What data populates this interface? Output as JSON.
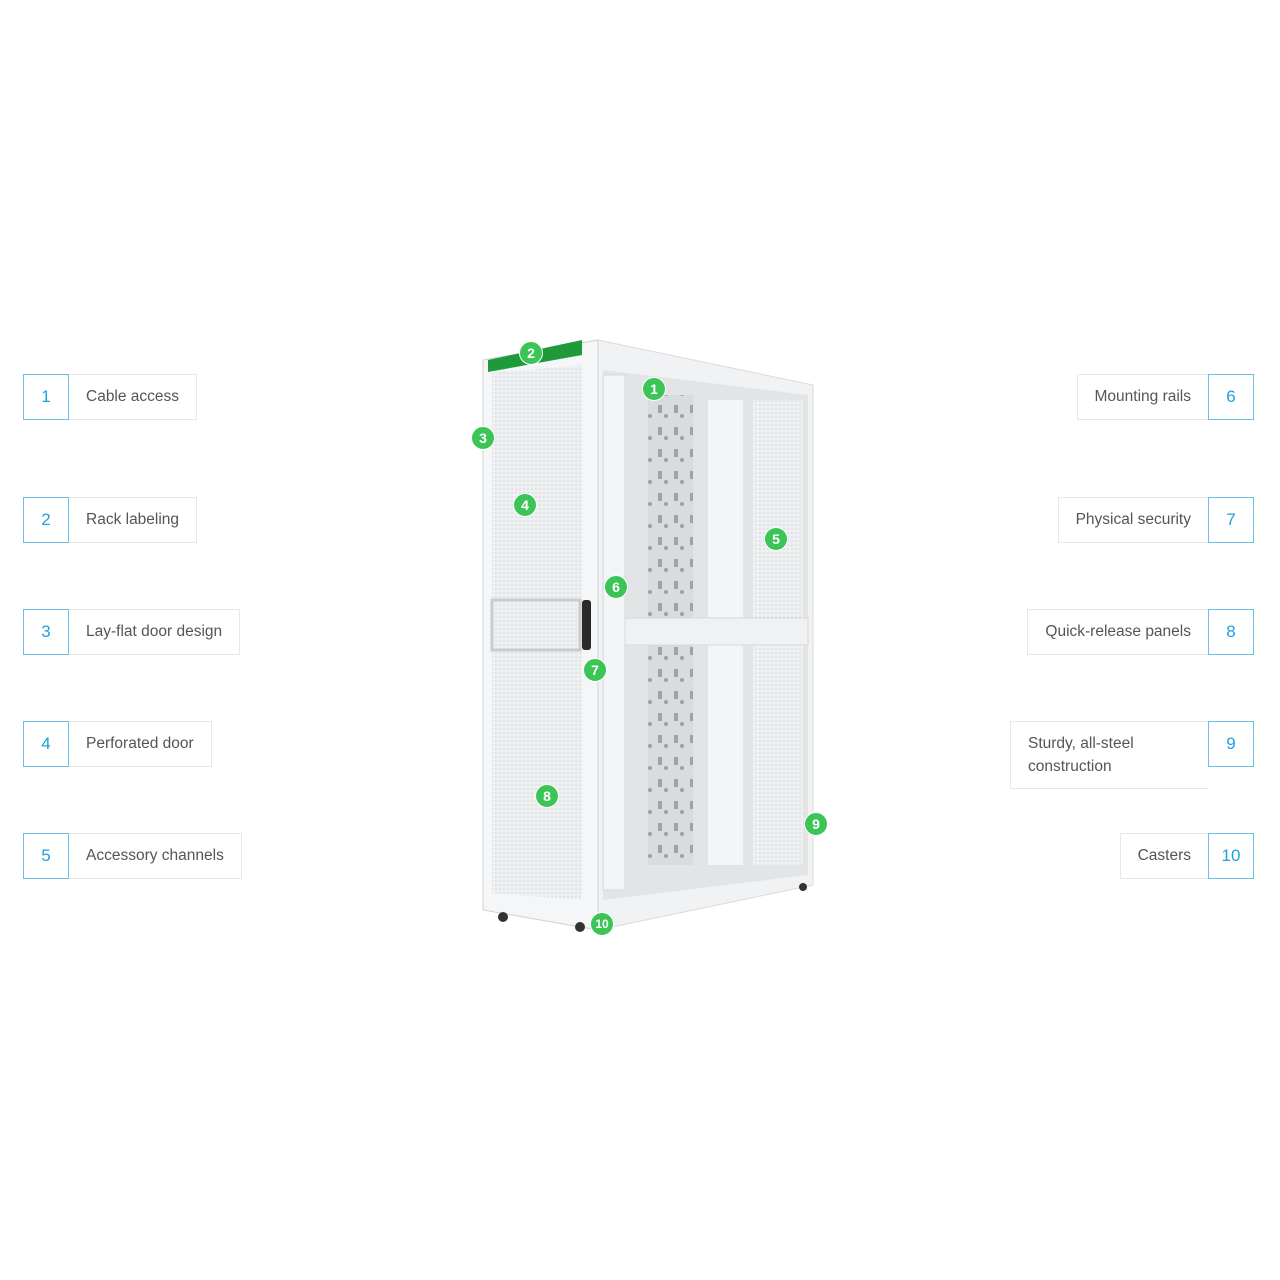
{
  "callouts_left": [
    {
      "number": "1",
      "label": "Cable access"
    },
    {
      "number": "2",
      "label": "Rack labeling"
    },
    {
      "number": "3",
      "label": "Lay-flat door design"
    },
    {
      "number": "4",
      "label": "Perforated door"
    },
    {
      "number": "5",
      "label": "Accessory channels"
    }
  ],
  "callouts_right": [
    {
      "number": "6",
      "label": "Mounting rails"
    },
    {
      "number": "7",
      "label": "Physical security"
    },
    {
      "number": "8",
      "label": "Quick-release panels"
    },
    {
      "number": "9",
      "label": "Sturdy, all-steel construction"
    },
    {
      "number": "10",
      "label": "Casters"
    }
  ],
  "markers": [
    "1",
    "2",
    "3",
    "4",
    "5",
    "6",
    "7",
    "8",
    "9",
    "10"
  ],
  "colors": {
    "accent": "#1ea0e0",
    "marker": "#3cc556",
    "brand_green": "#1f9a3a"
  }
}
